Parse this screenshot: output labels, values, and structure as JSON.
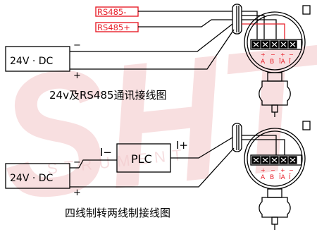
{
  "watermark": {
    "main": "SHT",
    "sub": "STRUMENT"
  },
  "diagram1": {
    "rs485_minus": "RS485-",
    "rs485_plus": "RS485+",
    "supply": "24V · DC",
    "minus": "−",
    "plus": "+",
    "caption": "24v及RS485通讯接线图",
    "terminal_marks": [
      "+",
      "−",
      "+",
      "−"
    ],
    "terminal_names": [
      "A",
      "B",
      "ĪA",
      "Ī"
    ]
  },
  "diagram2": {
    "plc": "PLC",
    "i_minus": "I−",
    "i_plus": "I+",
    "supply": "24V · DC",
    "minus": "−",
    "plus": "+",
    "caption": "四线制转两线制接线图",
    "terminal_marks": [
      "+",
      "−",
      "+",
      "−"
    ],
    "terminal_names": [
      "A",
      "B",
      "ĪA",
      "Ī"
    ]
  },
  "colors": {
    "accent_red": "#e8202a",
    "line": "#000000",
    "watermark": "#f4c5c8"
  }
}
